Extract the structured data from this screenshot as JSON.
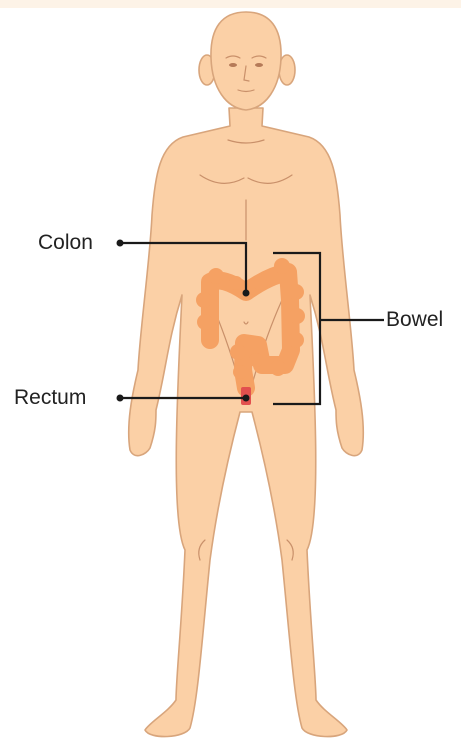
{
  "labels": {
    "colon": "Colon",
    "rectum": "Rectum",
    "bowel": "Bowel"
  },
  "colors": {
    "skin": "#fbd0a6",
    "skin_outline": "#d8a57c",
    "colon": "#f5a163",
    "rectum": "#e2504e",
    "leader_line": "#1a1a1a",
    "top_band": "#fdf3e7"
  }
}
